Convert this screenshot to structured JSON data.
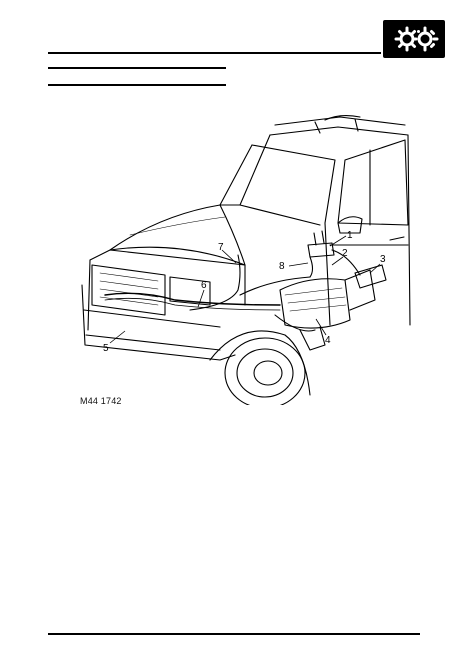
{
  "header": {
    "icon": "gears-icon"
  },
  "figure": {
    "code": "M44 1742",
    "callouts": [
      "1",
      "2",
      "3",
      "4",
      "5",
      "6",
      "7",
      "8"
    ]
  }
}
